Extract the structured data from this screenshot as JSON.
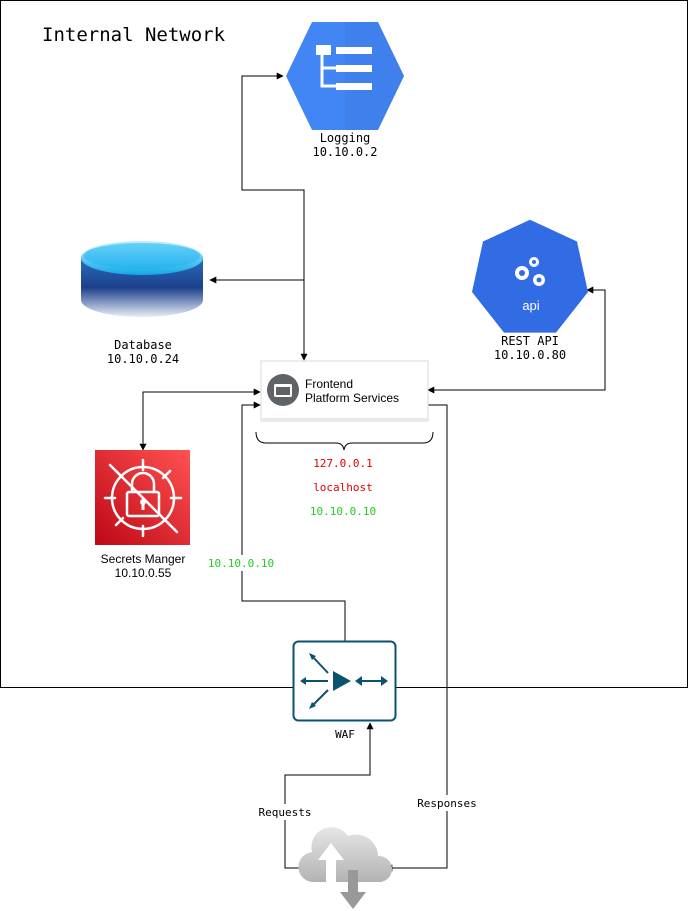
{
  "network": {
    "title": "Internal Network"
  },
  "nodes": {
    "logging": {
      "name": "Logging",
      "ip": "10.10.0.2"
    },
    "database": {
      "name": "Database",
      "ip": "10.10.0.24"
    },
    "rest_api": {
      "name": "REST API",
      "ip": "10.10.0.80",
      "badge": "api"
    },
    "frontend": {
      "name_line1": "Frontend",
      "name_line2": "Platform Services"
    },
    "secrets": {
      "name": "Secrets Manger",
      "ip": "10.10.0.55"
    },
    "waf": {
      "name": "WAF"
    }
  },
  "frontend_addresses": [
    "127.0.0.1",
    "localhost",
    "10.10.0.10"
  ],
  "edge_labels": {
    "waf_to_frontend": "10.10.0.10",
    "requests": "Requests",
    "responses": "Responses"
  },
  "colors": {
    "red_text": "#e00000",
    "green_text": "#22cc22",
    "logging_blue": "#4285f4",
    "k8s_blue": "#326ce5",
    "secrets_red": "#e32b2b",
    "waf_teal": "#0a5370"
  }
}
